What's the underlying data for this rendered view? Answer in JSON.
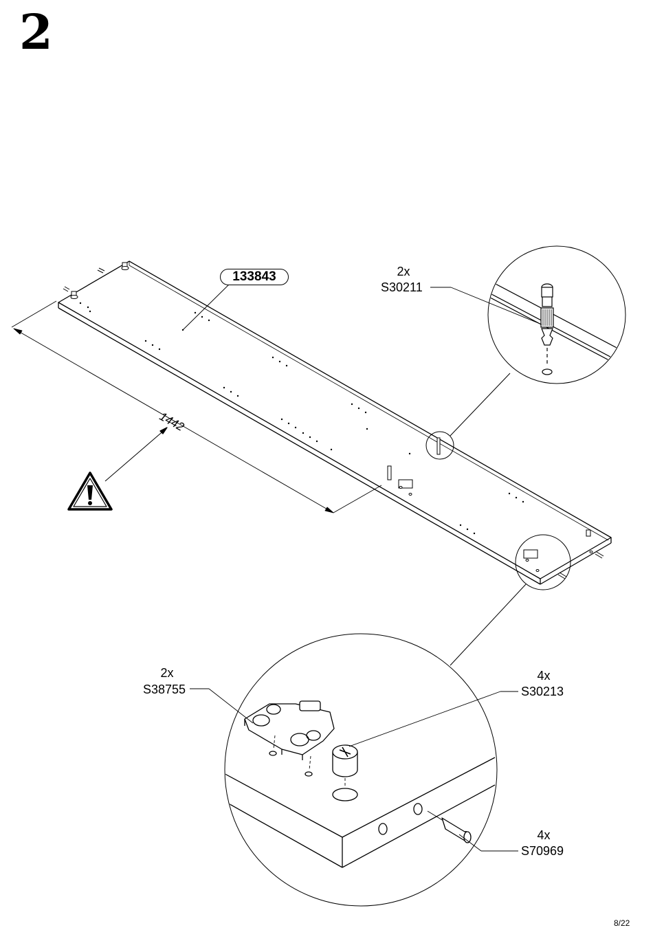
{
  "step": {
    "number": "2"
  },
  "panel": {
    "part_number": "133843",
    "length": "1442"
  },
  "callouts": {
    "cam_bolt": {
      "qty": "2x",
      "code": "S30211"
    },
    "hinge_plate": {
      "qty": "2x",
      "code": "S38755"
    },
    "cam_lock": {
      "qty": "4x",
      "code": "S30213"
    },
    "dowel": {
      "qty": "4x",
      "code": "S70969"
    }
  },
  "icons": {
    "warning": "warning-triangle-icon"
  },
  "page": {
    "number": "8/22"
  }
}
